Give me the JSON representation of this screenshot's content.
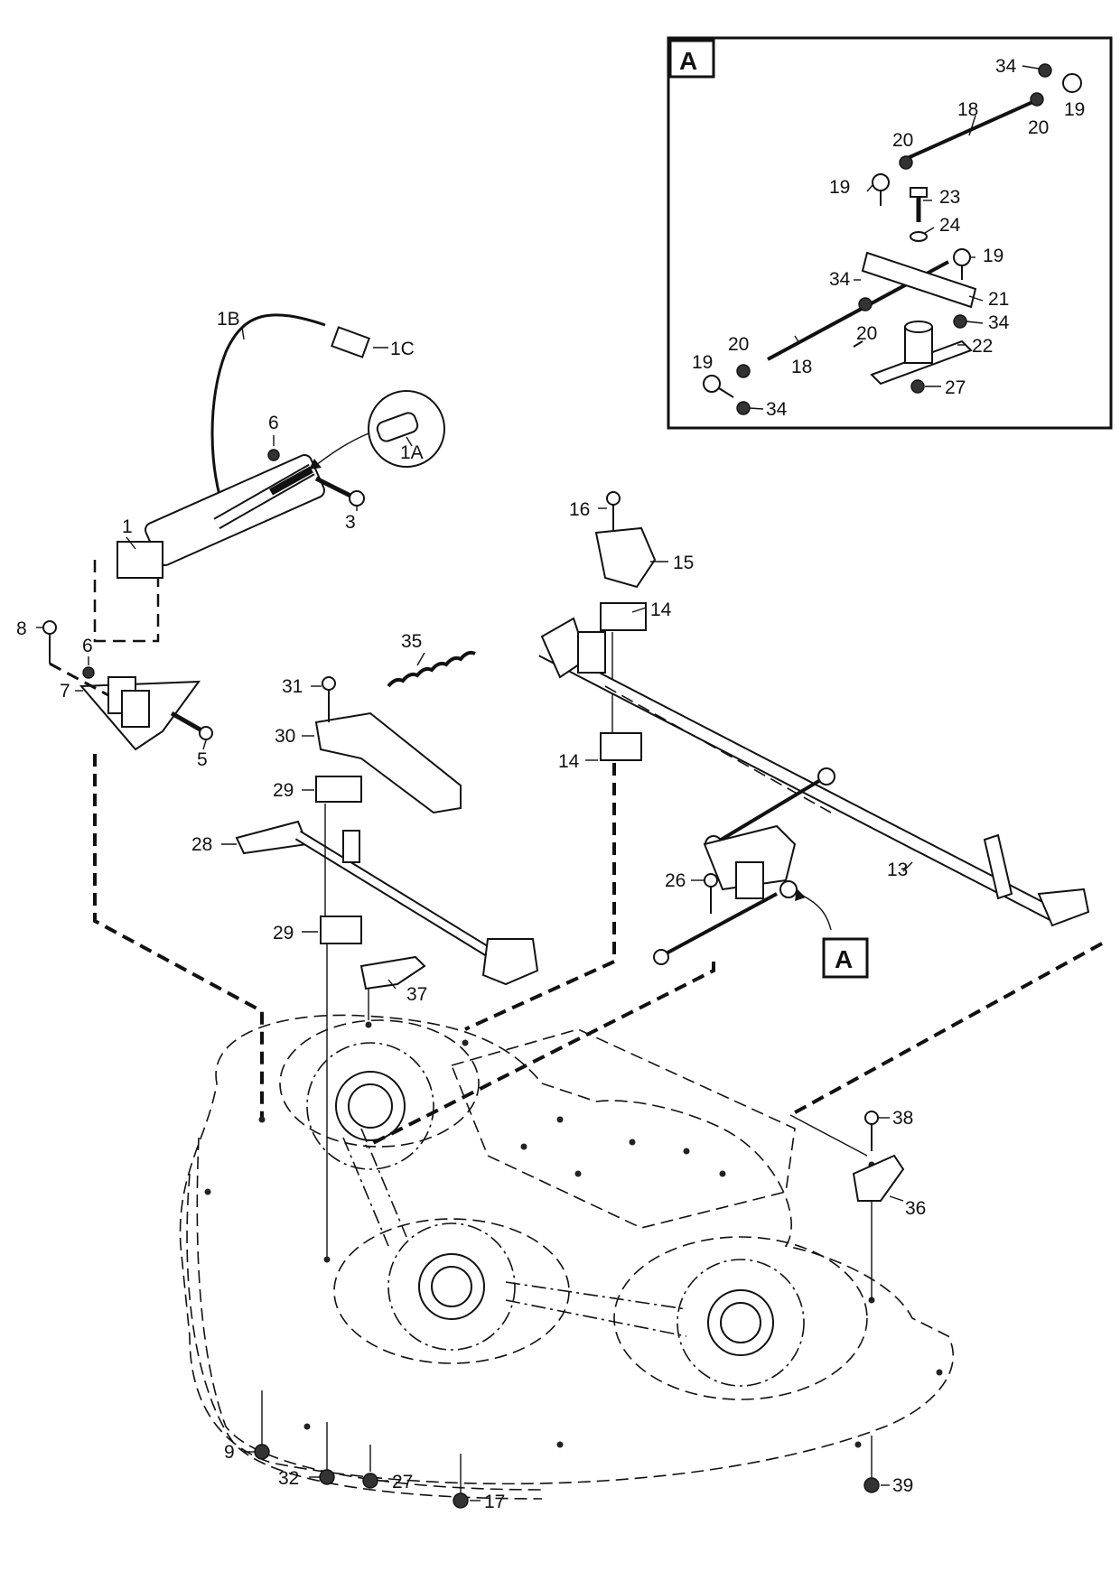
{
  "inset": {
    "letter": "A",
    "labels": [
      {
        "id": "i34a",
        "text": "34"
      },
      {
        "id": "i19a",
        "text": "19"
      },
      {
        "id": "i18a",
        "text": "18"
      },
      {
        "id": "i20a",
        "text": "20"
      },
      {
        "id": "i20b",
        "text": "20"
      },
      {
        "id": "i19b",
        "text": "19"
      },
      {
        "id": "i23",
        "text": "23"
      },
      {
        "id": "i24",
        "text": "24"
      },
      {
        "id": "i19c",
        "text": "19"
      },
      {
        "id": "i34b",
        "text": "34"
      },
      {
        "id": "i21",
        "text": "21"
      },
      {
        "id": "i34c",
        "text": "34"
      },
      {
        "id": "i20c",
        "text": "20"
      },
      {
        "id": "i22",
        "text": "22"
      },
      {
        "id": "i20d",
        "text": "20"
      },
      {
        "id": "i18b",
        "text": "18"
      },
      {
        "id": "i19d",
        "text": "19"
      },
      {
        "id": "i27",
        "text": "27"
      },
      {
        "id": "i34d",
        "text": "34"
      }
    ]
  },
  "main": {
    "callout_letter": "A",
    "labels": [
      {
        "id": "m1B",
        "text": "1B"
      },
      {
        "id": "m1C",
        "text": "1C"
      },
      {
        "id": "m1A",
        "text": "1A"
      },
      {
        "id": "m6a",
        "text": "6"
      },
      {
        "id": "m3",
        "text": "3"
      },
      {
        "id": "m1",
        "text": "1"
      },
      {
        "id": "m8",
        "text": "8"
      },
      {
        "id": "m6b",
        "text": "6"
      },
      {
        "id": "m7",
        "text": "7"
      },
      {
        "id": "m5",
        "text": "5"
      },
      {
        "id": "m35",
        "text": "35"
      },
      {
        "id": "m31",
        "text": "31"
      },
      {
        "id": "m30",
        "text": "30"
      },
      {
        "id": "m29a",
        "text": "29"
      },
      {
        "id": "m28",
        "text": "28"
      },
      {
        "id": "m29b",
        "text": "29"
      },
      {
        "id": "m37",
        "text": "37"
      },
      {
        "id": "m16",
        "text": "16"
      },
      {
        "id": "m15",
        "text": "15"
      },
      {
        "id": "m14a",
        "text": "14"
      },
      {
        "id": "m14b",
        "text": "14"
      },
      {
        "id": "m13",
        "text": "13"
      },
      {
        "id": "m26",
        "text": "26"
      },
      {
        "id": "m38",
        "text": "38"
      },
      {
        "id": "m36",
        "text": "36"
      },
      {
        "id": "m9",
        "text": "9"
      },
      {
        "id": "m32",
        "text": "32"
      },
      {
        "id": "m27",
        "text": "27"
      },
      {
        "id": "m17",
        "text": "17"
      },
      {
        "id": "m39",
        "text": "39"
      }
    ]
  }
}
